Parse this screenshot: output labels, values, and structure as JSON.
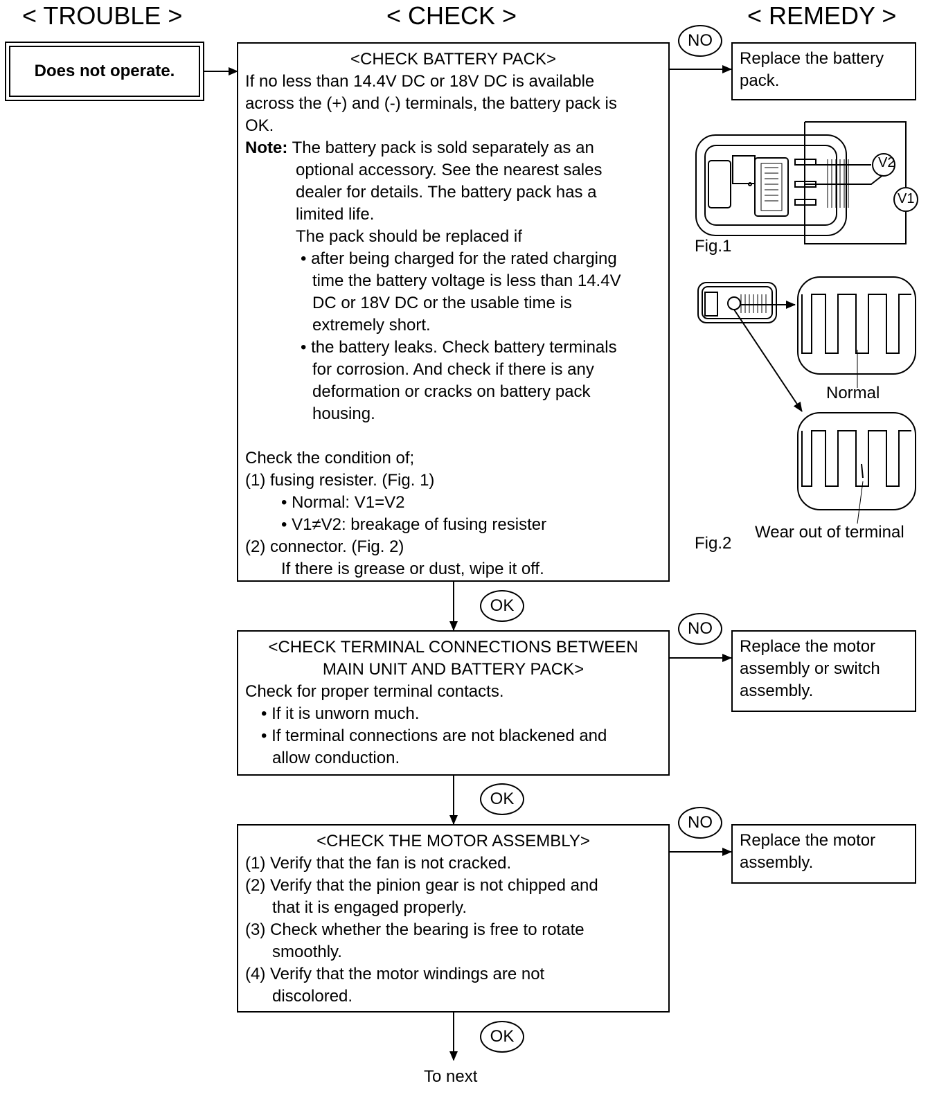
{
  "headers": {
    "trouble": "< TROUBLE >",
    "check": "< CHECK >",
    "remedy": "< REMEDY >"
  },
  "trouble": {
    "label": "Does not operate."
  },
  "check1": {
    "title": "<CHECK BATTERY PACK>",
    "intro": [
      "If no less than 14.4V DC or 18V DC is available",
      "across the (+) and (-) terminals, the battery pack is",
      "OK."
    ],
    "note_label": "Note:",
    "note_first": "The battery pack is sold separately as an",
    "note_lines": [
      "optional accessory. See the nearest sales",
      "dealer for details. The battery pack has a",
      "limited life.",
      "The pack should be replaced if"
    ],
    "bullet1": [
      "• after being charged for the rated charging",
      "time the battery voltage is less than 14.4V",
      "DC or 18V DC or the usable time is",
      "extremely short."
    ],
    "bullet2": [
      "• the battery leaks. Check battery terminals",
      "for corrosion. And check if there is any",
      "deformation or cracks on battery pack",
      "housing."
    ],
    "condition_title": "Check the condition of;",
    "item1": "(1) fusing resister. (Fig. 1)",
    "item1_normal": "• Normal: V1=V2",
    "item1_bad": "• V1≠V2: breakage of fusing resister",
    "item2": "(2) connector. (Fig. 2)",
    "item2_note": "If there is grease or dust, wipe it off."
  },
  "check2": {
    "title_lines": [
      "<CHECK TERMINAL CONNECTIONS BETWEEN",
      "MAIN UNIT AND BATTERY PACK>"
    ],
    "intro": "Check for proper terminal contacts.",
    "bullet1": "• If it is unworn much.",
    "bullet2": [
      "• If terminal connections are not blackened and",
      "allow conduction."
    ]
  },
  "check3": {
    "title": "<CHECK THE MOTOR ASSEMBLY>",
    "items": [
      [
        "(1) Verify that the fan is not cracked."
      ],
      [
        "(2) Verify that the pinion gear is not chipped and",
        "that it is engaged properly."
      ],
      [
        "(3) Check whether the bearing is free to rotate",
        "smoothly."
      ],
      [
        "(4) Verify that the motor windings are not",
        "discolored."
      ]
    ]
  },
  "remedies": {
    "r1": [
      "Replace the battery",
      "pack."
    ],
    "r2": [
      "Replace the motor",
      "assembly or switch",
      "assembly."
    ],
    "r3": [
      "Replace the motor",
      "assembly."
    ]
  },
  "labels": {
    "no": "NO",
    "ok": "OK",
    "to_next": "To next"
  },
  "figures": {
    "fig1": "Fig.1",
    "fig2": "Fig.2",
    "v1": "V1",
    "v2": "V2",
    "normal": "Normal",
    "wear": "Wear out of terminal"
  }
}
